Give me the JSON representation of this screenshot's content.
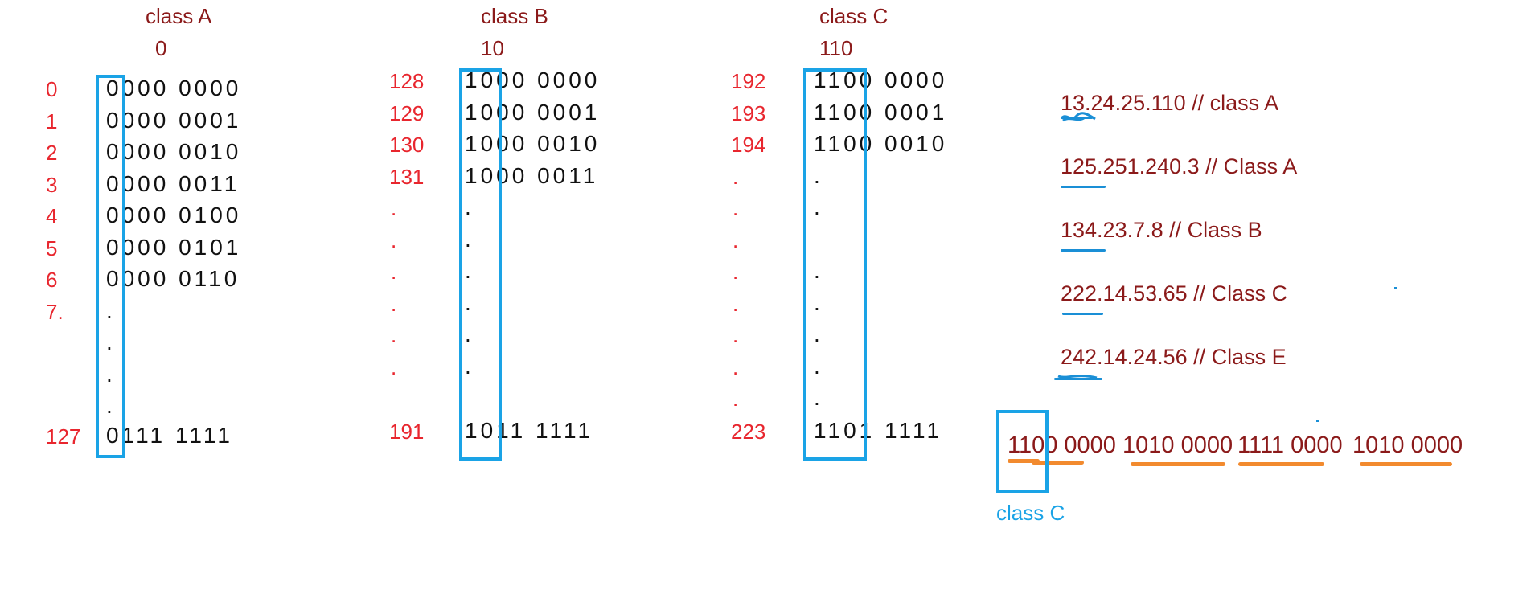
{
  "columns": [
    {
      "id": "a",
      "title": "class A",
      "prefix": "0",
      "rows": [
        {
          "num": "0",
          "bin": "0000 0000"
        },
        {
          "num": "1",
          "bin": "0000 0001"
        },
        {
          "num": "2",
          "bin": "0000 0010"
        },
        {
          "num": "3",
          "bin": "0000 0011"
        },
        {
          "num": "4",
          "bin": "0000 0100"
        },
        {
          "num": "5",
          "bin": "0000 0101"
        },
        {
          "num": "6",
          "bin": "0000 0110"
        },
        {
          "num": "7.",
          "bin": "."
        },
        {
          "num": "",
          "bin": "."
        },
        {
          "num": "",
          "bin": "."
        },
        {
          "num": "",
          "bin": "."
        }
      ],
      "last": {
        "num": "127",
        "bin": "0111 1111"
      }
    },
    {
      "id": "b",
      "title": "class B",
      "prefix": "10",
      "rows": [
        {
          "num": "128",
          "bin": "1000 0000"
        },
        {
          "num": "129",
          "bin": "1000 0001"
        },
        {
          "num": "130",
          "bin": "1000 0010"
        },
        {
          "num": "131",
          "bin": "1000 0011"
        },
        {
          "num": ".",
          "bin": "."
        },
        {
          "num": ".",
          "bin": "."
        },
        {
          "num": ".",
          "bin": "."
        },
        {
          "num": ".",
          "bin": "."
        },
        {
          "num": ".",
          "bin": "."
        },
        {
          "num": ".",
          "bin": "."
        }
      ],
      "last": {
        "num": "191",
        "bin": "1011 1111"
      }
    },
    {
      "id": "c",
      "title": "class C",
      "prefix": "110",
      "rows": [
        {
          "num": "192",
          "bin": "1100 0000"
        },
        {
          "num": "193",
          "bin": "1100 0001"
        },
        {
          "num": "194",
          "bin": "1100 0010"
        },
        {
          "num": ".",
          "bin": "."
        },
        {
          "num": ".",
          "bin": "."
        },
        {
          "num": ".",
          "bin": ""
        },
        {
          "num": ".",
          "bin": "."
        },
        {
          "num": ".",
          "bin": "."
        },
        {
          "num": ".",
          "bin": "."
        },
        {
          "num": ".",
          "bin": "."
        },
        {
          "num": ".",
          "bin": "."
        }
      ],
      "last": {
        "num": "223",
        "bin": "1101 1111"
      }
    }
  ],
  "examples": [
    "13.24.25.110 // class A",
    "125.251.240.3 // Class A",
    "134.23.7.8 // Class B",
    "222.14.53.65 // Class C",
    "242.14.24.56 // Class E"
  ],
  "binary_example": [
    "1100 0000",
    "1010 0000",
    "1111 0000",
    "1010 0000"
  ],
  "binary_example_label": "class C",
  "colors": {
    "header": "#8b1a1a",
    "row_number": "#e8262e",
    "bits": "#111111",
    "box": "#1aa3e6",
    "orange_underline": "#f28a2e"
  }
}
